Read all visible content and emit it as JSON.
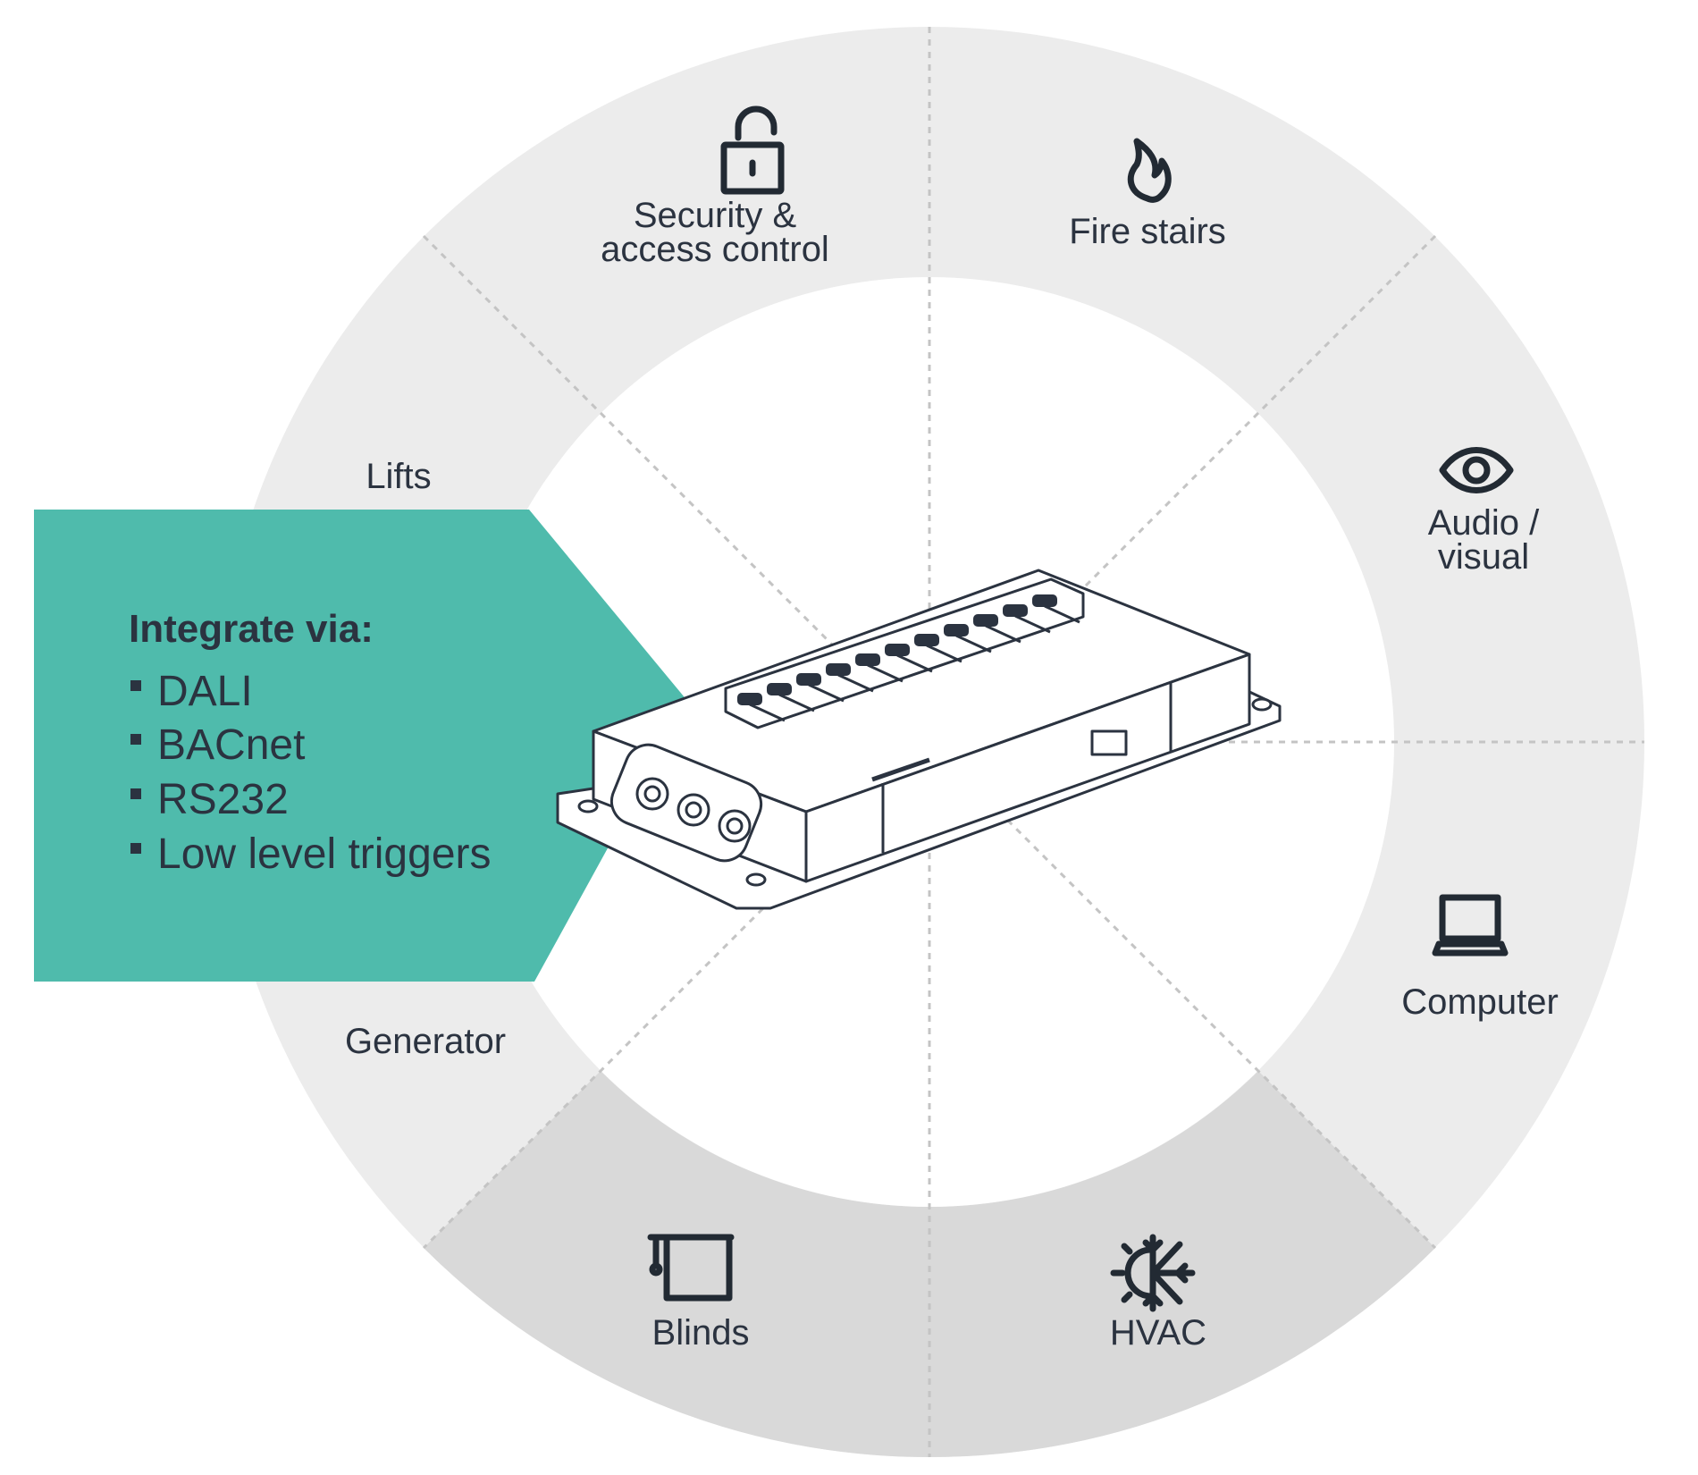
{
  "diagram": {
    "segments": [
      {
        "id": "security",
        "label_lines": [
          "Security &",
          "access control"
        ],
        "icon": "padlock-open-icon"
      },
      {
        "id": "fire-stairs",
        "label_lines": [
          "Fire stairs"
        ],
        "icon": "flame-icon"
      },
      {
        "id": "audio-visual",
        "label_lines": [
          "Audio /",
          "visual"
        ],
        "icon": "eye-icon"
      },
      {
        "id": "computer",
        "label_lines": [
          "Computer"
        ],
        "icon": "laptop-icon"
      },
      {
        "id": "hvac",
        "label_lines": [
          "HVAC"
        ],
        "icon": "sun-snowflake-icon"
      },
      {
        "id": "blinds",
        "label_lines": [
          "Blinds"
        ],
        "icon": "blind-icon"
      },
      {
        "id": "generator",
        "label_lines": [
          "Generator"
        ],
        "icon": ""
      },
      {
        "id": "lifts",
        "label_lines": [
          "Lifts"
        ],
        "icon": ""
      }
    ],
    "colors": {
      "ring_light": "#ececec",
      "ring_dark": "#d9d9d9",
      "divider": "#c4c4c4",
      "panel": "#4fbbac",
      "text": "#2b3340",
      "icon": "#222a33"
    }
  },
  "panel": {
    "heading": "Integrate via:",
    "items": [
      "DALI",
      "BACnet",
      "RS232",
      "Low level triggers"
    ]
  }
}
